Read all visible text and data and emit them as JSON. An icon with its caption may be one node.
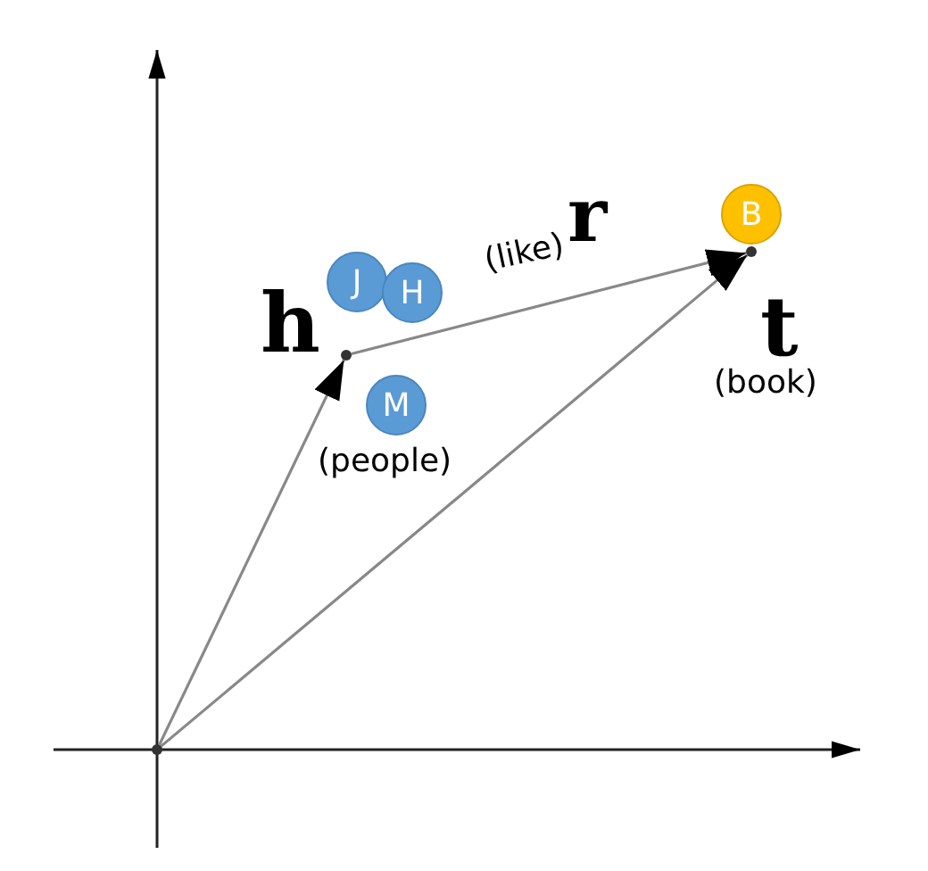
{
  "diagram": {
    "nodes": [
      {
        "text": [],
        "shape": "point"
      },
      {
        "text": [],
        "shape": "point"
      },
      {
        "text": [],
        "shape": "point"
      },
      {
        "text": [
          "J"
        ]
      },
      {
        "text": [
          "H"
        ]
      },
      {
        "text": [
          "M"
        ]
      },
      {
        "text": [
          "B"
        ]
      }
    ],
    "edges": [
      {
        "from": 0,
        "to": 1,
        "arrow": "to"
      },
      {
        "from": 1,
        "to": 2,
        "arrow": "to"
      },
      {
        "from": 0,
        "to": 2,
        "arrow": "to"
      }
    ],
    "labels": [
      "h",
      "(people)",
      "r",
      "(like)",
      "t",
      "(book)"
    ]
  }
}
